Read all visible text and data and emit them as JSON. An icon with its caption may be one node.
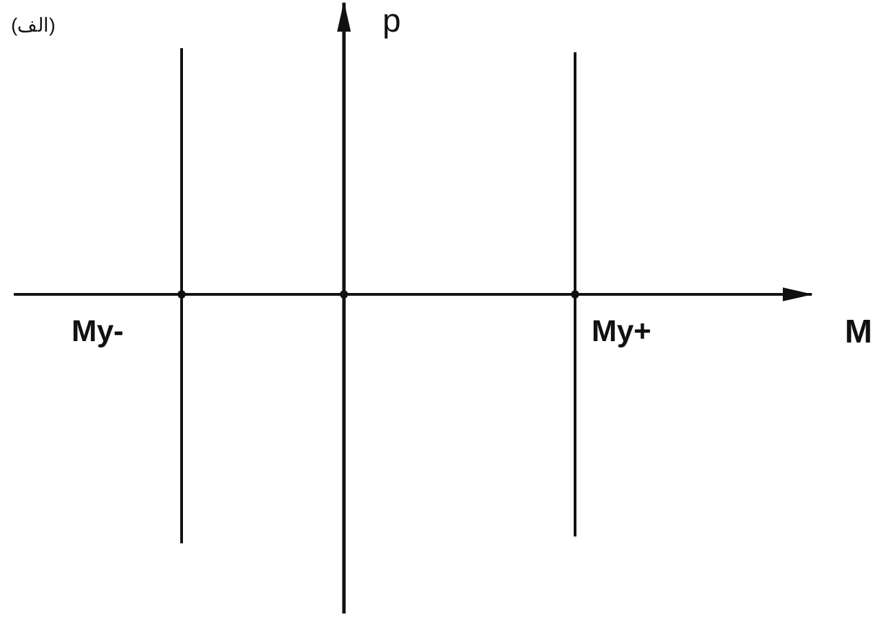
{
  "diagram": {
    "labels": [
      "(الف)",
      "p",
      "My-",
      "My+",
      "M"
    ]
  }
}
